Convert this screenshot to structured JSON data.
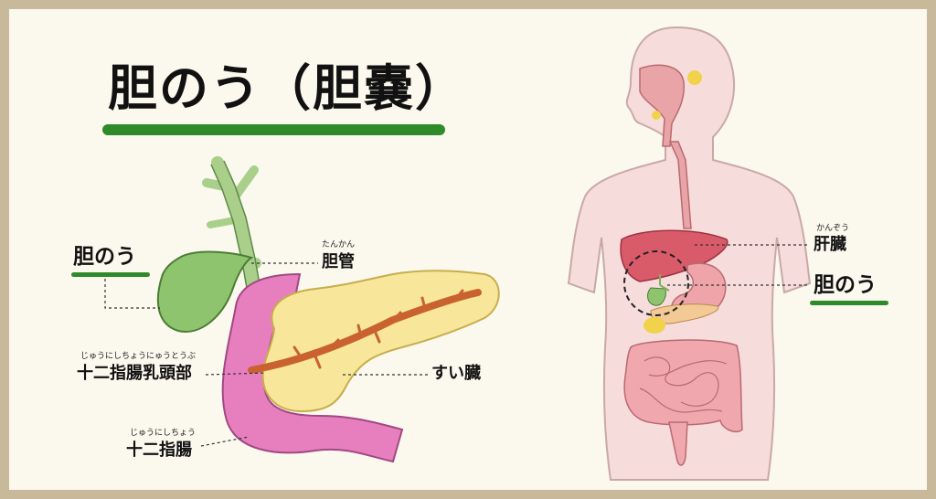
{
  "title": "胆のう（胆嚢）",
  "left_diagram": {
    "gallbladder": "胆のう",
    "bile_duct": {
      "label": "胆管",
      "ruby": "たんかん"
    },
    "duodenal_papilla": {
      "label": "十二指腸乳頭部",
      "ruby": "じゅうにしちょうにゅうとうぶ"
    },
    "pancreas": "すい臓",
    "duodenum": {
      "label": "十二指腸",
      "ruby": "じゅうにしちょう"
    }
  },
  "right_diagram": {
    "liver": {
      "label": "肝臓",
      "ruby": "かんぞう"
    },
    "gallbladder": "胆のう"
  },
  "colors": {
    "accent_green": "#2f8a2a",
    "gallbladder": "#8fc46e",
    "duodenum": "#e77fbe",
    "pancreas": "#f8e79a",
    "duct": "#c9622f",
    "body": "#f7dcdc"
  }
}
